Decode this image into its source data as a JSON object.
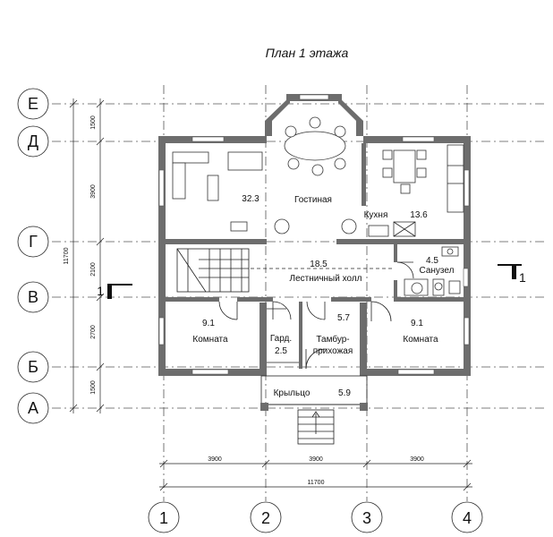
{
  "title": "План 1 этажа",
  "axes": {
    "rows": [
      "Е",
      "Д",
      "Г",
      "В",
      "Б",
      "А"
    ],
    "columns": [
      "1",
      "2",
      "3",
      "4"
    ]
  },
  "rooms": [
    {
      "area": "32.3",
      "name": ""
    },
    {
      "area": "",
      "name": "Гостиная"
    },
    {
      "area": "13.6",
      "name": "Кухня"
    },
    {
      "area": "4.5",
      "name": "Санузел"
    },
    {
      "area": "18.5",
      "name": "Лестничный холл"
    },
    {
      "area": "9.1",
      "name": "Комната"
    },
    {
      "area": "5.7",
      "name": "Тамбур-прихожая"
    },
    {
      "area": "2.5",
      "name": "Гард."
    },
    {
      "area": "9.1",
      "name": "Комната"
    },
    {
      "area": "5.9",
      "name": "Крыльцо"
    }
  ],
  "vertical_dimensions": [
    "1500",
    "3900",
    "2100",
    "2700",
    "1500"
  ],
  "vertical_total": "11700",
  "horizontal_dimensions": [
    "3900",
    "3900",
    "3900"
  ],
  "horizontal_total": "11700",
  "section_marks": [
    "1",
    "1"
  ]
}
